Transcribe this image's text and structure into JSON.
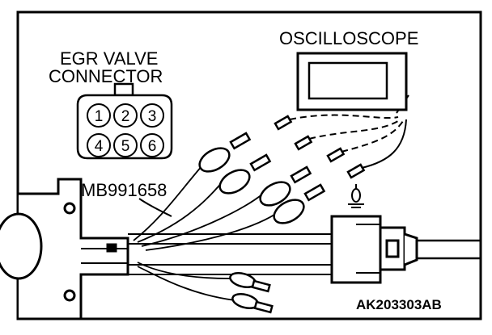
{
  "diagram": {
    "connector_label": {
      "line1": "EGR VALVE",
      "line2": "CONNECTOR"
    },
    "connector_pins": [
      "1",
      "2",
      "3",
      "4",
      "5",
      "6"
    ],
    "oscilloscope_label": "OSCILLOSCOPE",
    "tool_label": "MB991658",
    "figure_code": "AK203303AB"
  }
}
